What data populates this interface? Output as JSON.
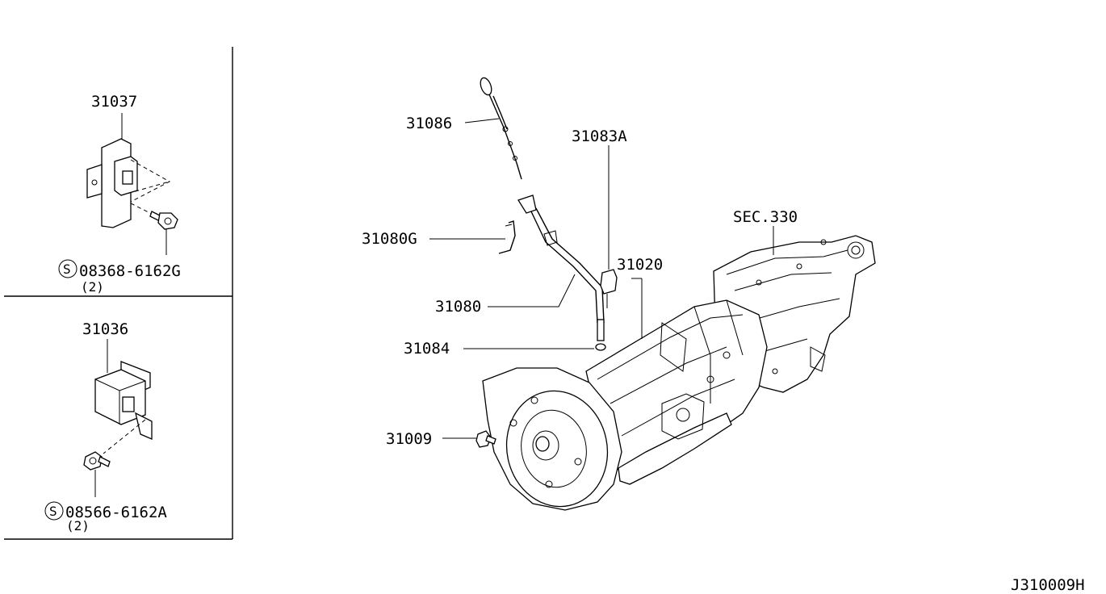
{
  "diagram_id": "J310009H",
  "callouts": {
    "p31037": "31037",
    "bolt1": "08368-6162G",
    "bolt1_qty": "(2)",
    "p31036": "31036",
    "bolt2": "08566-6162A",
    "bolt2_qty": "(2)",
    "p31086": "31086",
    "p31083A": "31083A",
    "p31080G": "31080G",
    "p31080": "31080",
    "p31084": "31084",
    "p31009": "31009",
    "p31020": "31020",
    "sec330": "SEC.330"
  },
  "symbols": {
    "s_mark": "S"
  },
  "icons": [
    "bracket-icon",
    "bolt-icon",
    "control-unit-icon",
    "dipstick-icon",
    "transmission-icon"
  ]
}
